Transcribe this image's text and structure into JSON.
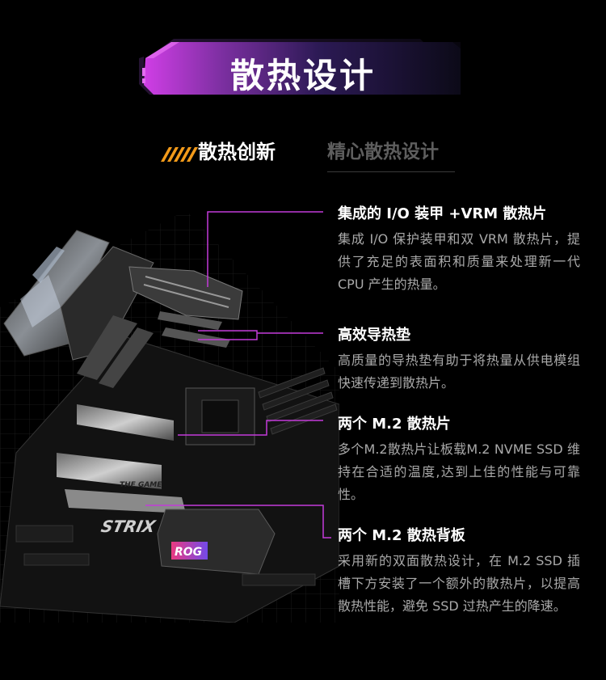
{
  "banner": {
    "title": "散热设计"
  },
  "tabs": [
    {
      "label": "散热创新",
      "active": true
    },
    {
      "label": "精心散热设计",
      "active": false
    }
  ],
  "features": [
    {
      "title": "集成的 I/O 装甲 +VRM 散热片",
      "body": "集成 I/O 保护装甲和双 VRM 散热片，提供了充足的表面积和质量来处理新一代 CPU 产生的热量。"
    },
    {
      "title": "高效导热垫",
      "body": "高质量的导热垫有助于将热量从供电模组快速传递到散热片。"
    },
    {
      "title": "两个 M.2 散热片",
      "body": "多个M.2散热片让板载M.2 NVME SSD 维持在合适的温度,达到上佳的性能与可靠性。"
    },
    {
      "title": "两个 M.2 散热背板",
      "body": "采用新的双面散热设计，在 M.2 SSD 插槽下方安装了一个额外的散热片，以提高散热性能，避免 SSD 过热产生的降速。"
    }
  ],
  "board_logos": {
    "series": "STRIX",
    "brand": "ROG",
    "label": "THE GAME"
  },
  "colors": {
    "accent_magenta": "#c33bd9",
    "accent_orange": "#f29a1a",
    "banner_dark": "#2a1640",
    "background": "#000000"
  }
}
